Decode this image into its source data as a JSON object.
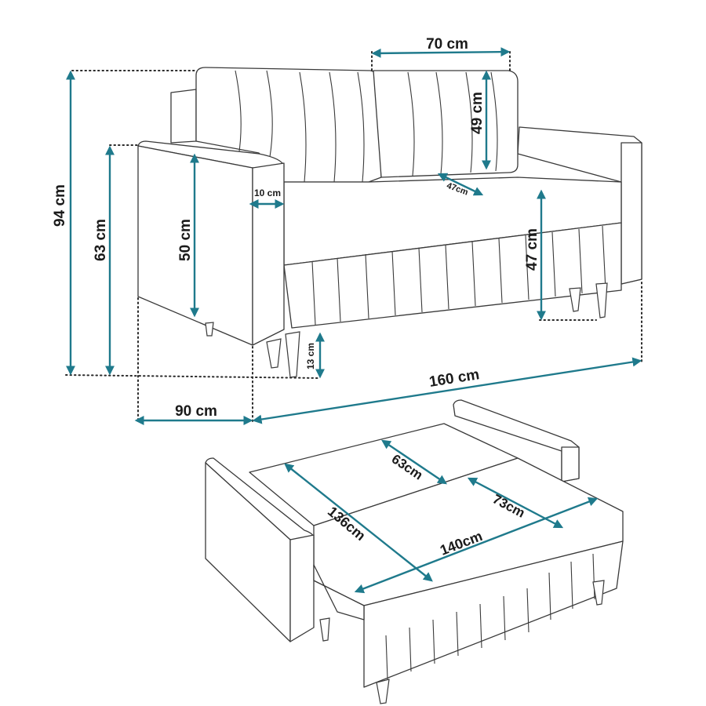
{
  "dimensions": {
    "total_height": "94 cm",
    "armrest_height": "63 cm",
    "inner_armrest_height": "50 cm",
    "cushion_width": "70 cm",
    "cushion_height": "49 cm",
    "armrest_width": "10 cm",
    "seat_depth": "47cm",
    "seat_height": "47 cm",
    "leg_height": "13 cm",
    "total_width": "160 cm",
    "total_depth": "90 cm",
    "bed_section_depth_1": "63cm",
    "bed_section_depth_2": "73cm",
    "bed_length": "136cm",
    "bed_width": "140cm"
  },
  "colors": {
    "dimension_arrow": "#1f7a8c",
    "outline": "#3a3a3a",
    "guide_dots": "#2a2a2a"
  }
}
